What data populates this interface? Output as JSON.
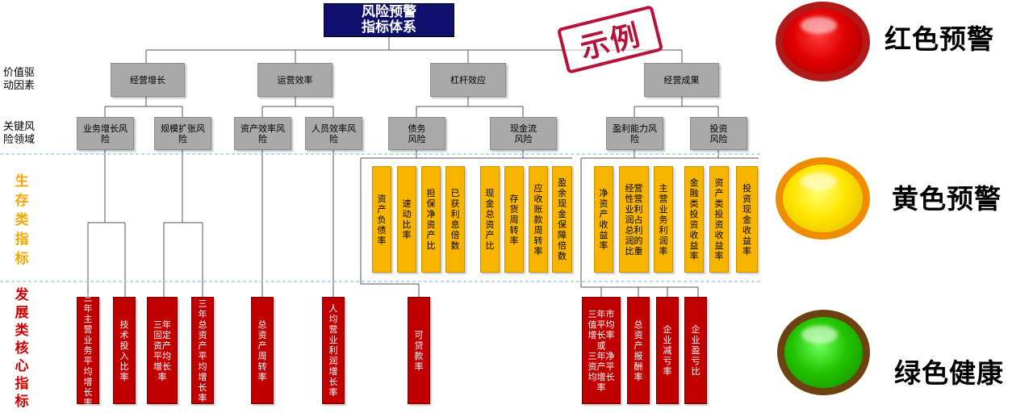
{
  "root": "风险预警\n指标体系",
  "stamp": "示例",
  "row_labels": {
    "drivers": "价值驱\n动因素",
    "areas": "关键风\n险领域",
    "survival": "生\n存\n类\n指\n标",
    "development": "发\n展\n类\n核\n心\n指\n标"
  },
  "drivers": [
    "经营增长",
    "运营效率",
    "杠杆效应",
    "经营成果"
  ],
  "areas": [
    "业务增长风\n险",
    "规模扩张风\n险",
    "资产效率风\n险",
    "人员效率风\n险",
    "债务\n风险",
    "现金流\n风险",
    "盈利能力风\n险",
    "投资\n风险"
  ],
  "survival_indicators": [
    "资\n产\n负\n债\n率",
    "速\n动\n比\n率",
    "担\n保\n净\n资\n产\n比",
    "已\n获\n利\n息\n倍\n数",
    "现\n金\n总\n资\n产\n比",
    "存\n货\n周\n转\n率",
    "应\n收\n账\n款\n周\n转\n率",
    "盈\n余\n现\n金\n保\n障\n倍\n数",
    "净\n资\n产\n收\n益\n率",
    "经营\n性营\n业利\n润占\n总利\n润的\n比重",
    "主\n营\n业\n务\n利\n润\n率",
    "金\n融\n类\n投\n资\n收\n益\n率",
    "资\n产\n类\n投\n资\n收\n益\n率",
    "投\n资\n现\n金\n收\n益\n率"
  ],
  "development_indicators": [
    "三\n年\n主\n营\n业\n务\n平\n均\n增\n长\n率",
    "技\n术\n投\n入\n比\n率",
    "三年\n固定\n资产\n平均\n增长\n率",
    "三\n年\n总\n资\n产\n平\n均\n增\n长\n率",
    "总\n资\n产\n周\n转\n率",
    "人\n均\n营\n业\n利\n润\n增\n长\n率",
    "可\n贷\n款\n率",
    "三年市\n值平均\n增长率\n或\n三年净\n资产平\n均增长\n率",
    "总\n资\n产\n报\n酬\n率",
    "企\n业\n减\n亏\n率",
    "企\n业\n盈\n亏\n比"
  ],
  "legend": [
    {
      "label": "红色预警",
      "color": "#e00000"
    },
    {
      "label": "黄色预警",
      "color": "#ffd700"
    },
    {
      "label": "绿色健康",
      "color": "#22c400"
    }
  ],
  "colors": {
    "survival_label": "#f7a600",
    "development_label": "#d10000",
    "dashed": "#9ecfe6"
  }
}
